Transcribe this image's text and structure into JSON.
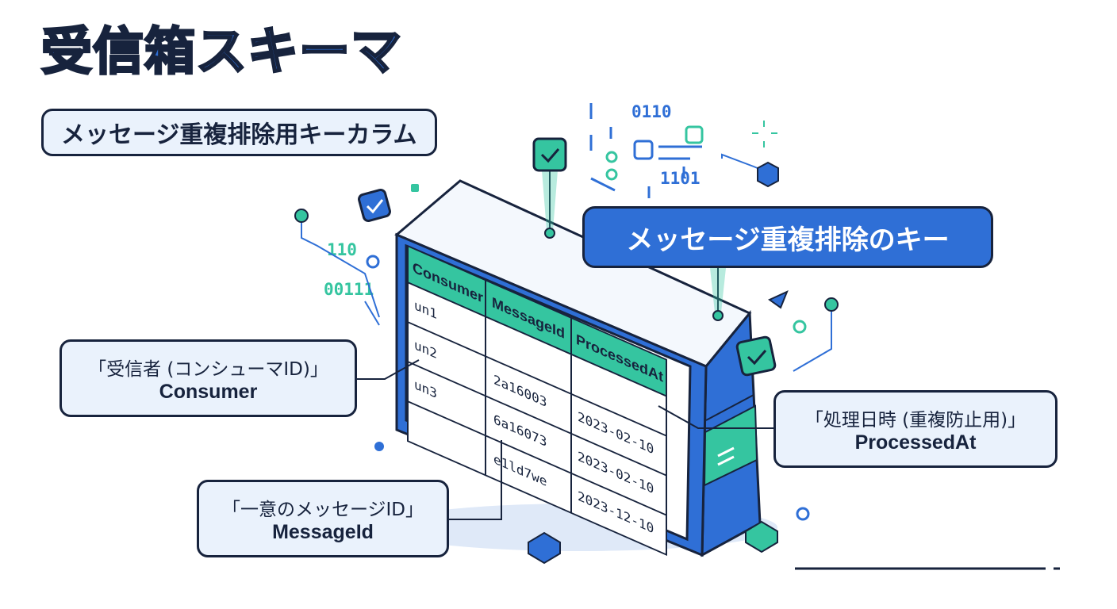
{
  "title": "受信箱スキーマ",
  "subtitle": "メッセージ重複排除用キーカラム",
  "dedup_key_label": "メッセージ重複排除のキー",
  "table": {
    "headers": [
      "Consumer",
      "MessageId",
      "ProcessedAt"
    ],
    "rows": [
      [
        "un1",
        "",
        ""
      ],
      [
        "un2",
        "2a16003",
        "2023-02-10"
      ],
      [
        "un3",
        "6a16073",
        "2023-02-10"
      ],
      [
        "",
        "e1ld7we",
        "2023-12-10"
      ]
    ]
  },
  "callouts": {
    "consumer": {
      "jp": "「受信者 (コンシューマID)」",
      "en": "Consumer"
    },
    "message_id": {
      "jp": "「一意のメッセージID」",
      "en": "MessageId"
    },
    "processed_at": {
      "jp": "「処理日時 (重複防止用)」",
      "en": "ProcessedAt"
    }
  },
  "decor": {
    "bits": [
      "110",
      "00111",
      "0110",
      "1101"
    ],
    "icons": [
      "check-icon",
      "database-icon",
      "cube-icon",
      "triangle-icon"
    ]
  },
  "colors": {
    "accent_blue": "#2f6fd6",
    "accent_teal": "#35c5a0",
    "outline": "#17233d",
    "panel": "#eaf2fc"
  }
}
